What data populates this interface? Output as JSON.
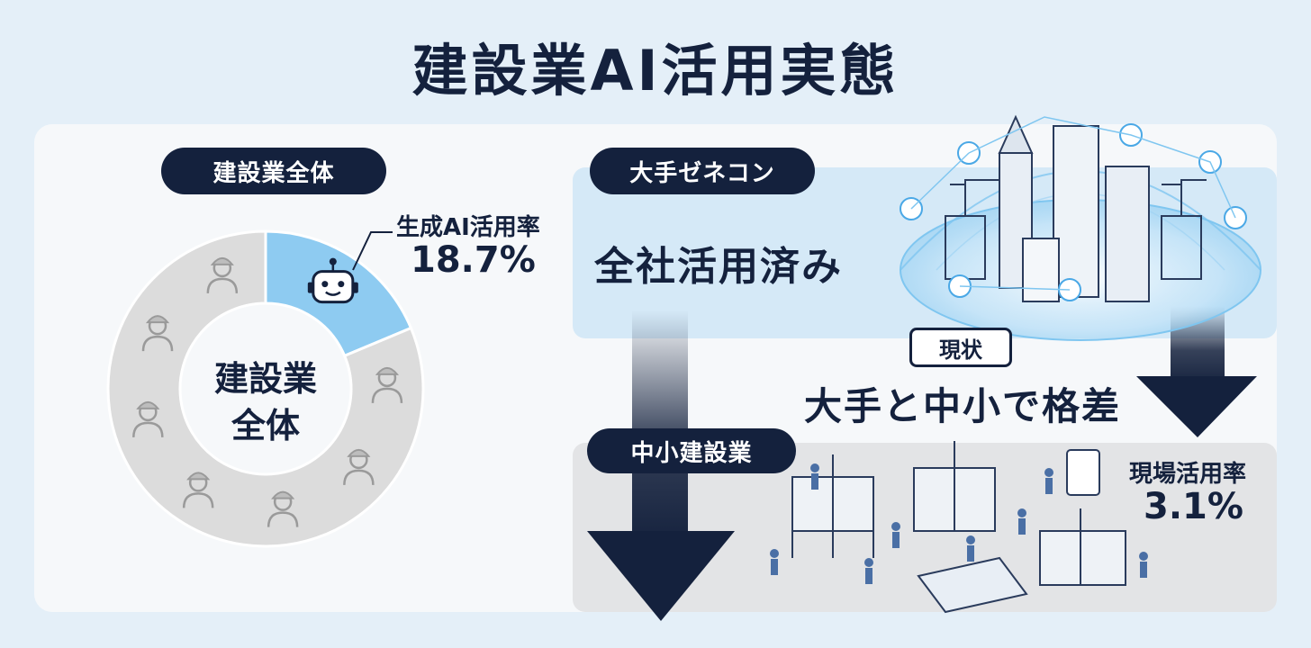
{
  "title": "建設業AI活用実態",
  "overall": {
    "header": "建設業全体",
    "center_line1": "建設業",
    "center_line2": "全体",
    "rate_label": "生成AI活用率",
    "rate_value": "18.7%"
  },
  "large": {
    "header": "大手ゼネコン",
    "status": "全社活用済み"
  },
  "gap": {
    "badge": "現状",
    "text": "大手と中小で格差"
  },
  "small": {
    "header": "中小建設業",
    "rate_label": "現場活用率",
    "rate_value": "3.1%"
  },
  "chart_data": {
    "type": "pie",
    "categories": [
      "生成AI活用率",
      ""
    ],
    "values": [
      18.7,
      81.3
    ],
    "title": ""
  },
  "colors": {
    "navy": "#14213d",
    "highlight": "#8ecbf1",
    "remainder": "#dcdcdc",
    "large_band": "#d5e9f7",
    "small_band": "#e3e4e6"
  },
  "icons": {
    "highlight_slice": "robot-icon",
    "remainder_slice": [
      "building-icon",
      "worker-icon",
      "vr-headset-worker-icon",
      "mechanic-wrench-icon",
      "ai-gear-icon",
      "blueprint-icon",
      "businessman-icon"
    ],
    "large_illustration": "smart-city-network-illustration",
    "small_illustration": "construction-site-workers-illustration"
  }
}
